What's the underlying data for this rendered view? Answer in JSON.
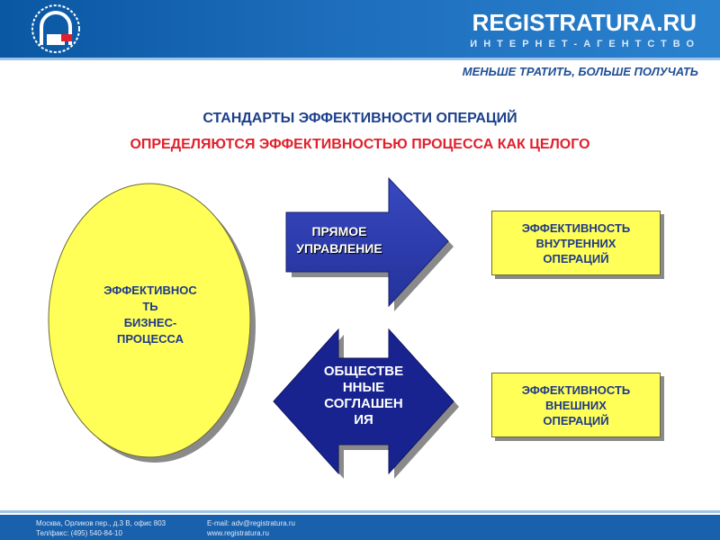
{
  "header": {
    "brand": "REGISTRATURA.RU",
    "subtitle": "ИНТЕРНЕТ-АГЕНТСТВО",
    "logo_icon": "arch-logo-icon",
    "colors": {
      "bar": "#1e6fbd",
      "accent": "#e0202c"
    }
  },
  "slogan": "МЕНЬШЕ ТРАТИТЬ,  БОЛЬШЕ ПОЛУЧАТЬ",
  "title": {
    "line1": "СТАНДАРТЫ ЭФФЕКТИВНОСТИ ОПЕРАЦИЙ",
    "line2": "ОПРЕДЕЛЯЮТСЯ ЭФФЕКТИВНОСТЬЮ ПРОЦЕССА КАК ЦЕЛОГО"
  },
  "diagram": {
    "ellipse_label": "ЭФФЕКТИВНОС\nТЬ\nБИЗНЕС-\nПРОЦЕССА",
    "arrow1_label": "ПРЯМОЕ\nУПРАВЛЕНИЕ",
    "arrow2_label": "ОБЩЕСТВЕ\nННЫЕ\nСОГЛАШЕН\nИЯ",
    "box1": "ЭФФЕКТИВНОСТЬ\nВНУТРЕННИХ\nОПЕРАЦИЙ",
    "box2": "ЭФФЕКТИВНОСТЬ\nВНЕШНИХ\nОПЕРАЦИЙ",
    "colors": {
      "ellipse": "#ffff57",
      "arrow1": "#2b3cab",
      "arrow2": "#19238f",
      "box": "#ffff57"
    }
  },
  "footer": {
    "address": "Москва, Орликов пер., д.3 В, офис 803",
    "phone": "Тел/факс: (495) 540-84-10",
    "email": "E-mail: adv@registratura.ru",
    "site": "www.registratura.ru"
  }
}
